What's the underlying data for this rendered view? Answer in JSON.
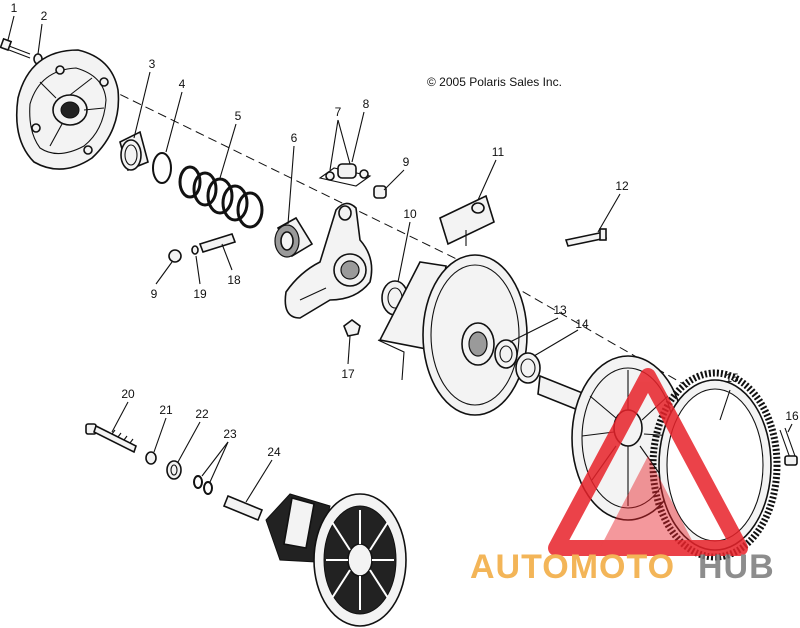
{
  "copyright": "© 2005 Polaris Sales Inc.",
  "callouts": [
    "1",
    "2",
    "3",
    "4",
    "5",
    "6",
    "7",
    "8",
    "9",
    "10",
    "11",
    "12",
    "13",
    "14",
    "15",
    "16",
    "9",
    "17",
    "18",
    "19",
    "20",
    "21",
    "22",
    "23",
    "24"
  ],
  "watermark": {
    "text_orange": "AUTOMOTO",
    "text_gray": "HUB",
    "color_red": "#e8222a",
    "color_orange": "#f2a93b",
    "color_gray": "#7a7a7a"
  }
}
